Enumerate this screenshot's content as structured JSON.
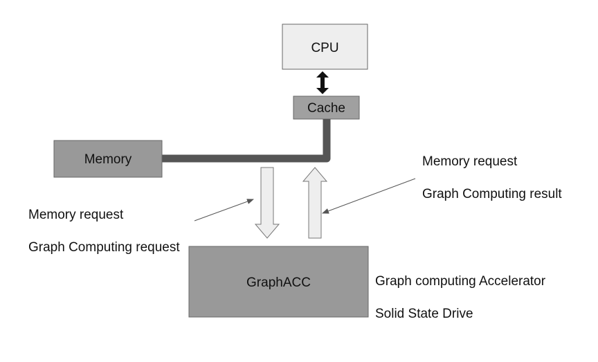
{
  "nodes": {
    "cpu": {
      "label": "CPU"
    },
    "cache": {
      "label": "Cache"
    },
    "memory": {
      "label": "Memory"
    },
    "graphacc": {
      "label": "GraphACC"
    }
  },
  "annotations": {
    "left": {
      "line1": "Memory request",
      "line2": "Graph Computing request"
    },
    "right": {
      "line1": "Memory request",
      "line2": "Graph Computing result"
    },
    "graphacc": {
      "line1": "Graph computing Accelerator",
      "line2": "Solid State Drive"
    }
  },
  "colors": {
    "cpu_fill": "#eeeeee",
    "cache_fill": "#a0a0a0",
    "memory_fill": "#999999",
    "graphacc_fill": "#999999",
    "bus": "#555555",
    "arrow_fill": "#eeeeee",
    "border": "#666666"
  }
}
